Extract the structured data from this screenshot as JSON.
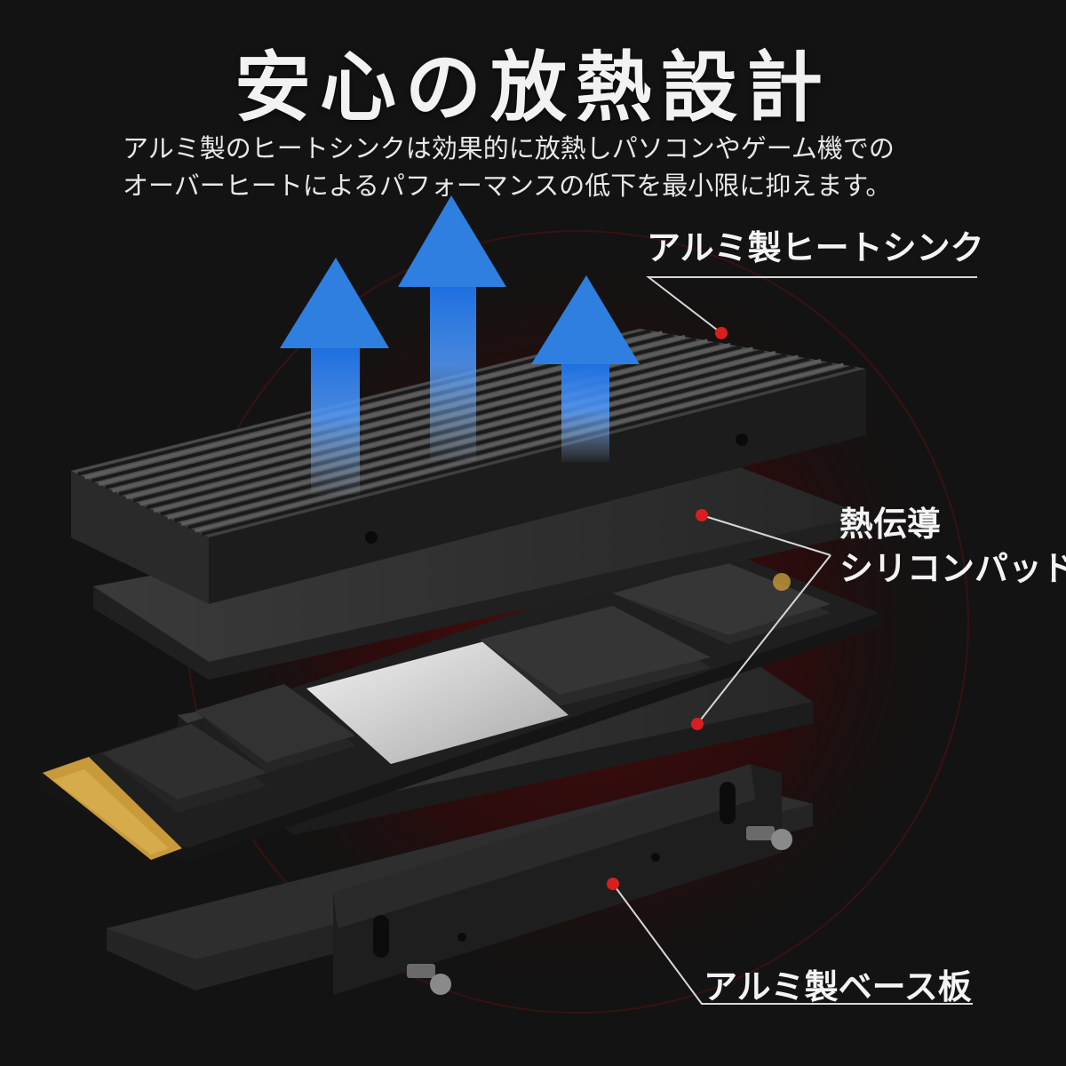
{
  "header": {
    "title": "安心の放熱設計",
    "description_lines": [
      "アルミ製のヒートシンクは効果的に放熱しパソコンやゲーム機での",
      "オーバーヒートによるパフォーマンスの低下を最小限に抑えます。"
    ]
  },
  "labels": {
    "heatsink": "アルミ製ヒートシンク",
    "pad_line1": "熱伝導",
    "pad_line2": "シリコンパッド",
    "base": "アルミ製ベース板"
  },
  "colors": {
    "background": "#131313",
    "marker_red": "#d81e1e",
    "arrow_blue": "#2f7fe0",
    "heatsink_gray": "#3a3a3a",
    "pcb_dark": "#1e1e1e",
    "chip_silver": "#d9d9d9",
    "connector_gold": "#c89a3a"
  }
}
